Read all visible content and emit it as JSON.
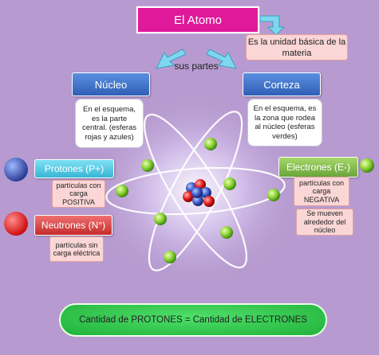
{
  "title": "El  Atomo",
  "definition": "Es la unidad básica de la materia",
  "parts_label": "sus  partes",
  "nucleo": {
    "header": "Núcleo",
    "description": "En el esquema, es la parte central. (esferas rojas y azules)"
  },
  "corteza": {
    "header": "Corteza",
    "description": "En el esquema, es la zona que rodea al núcleo (esferas verdes)"
  },
  "protones": {
    "header": "Protones  (P+)",
    "description": "partículas con carga POSITIVA"
  },
  "neutrones": {
    "header": "Neutrones (N°)",
    "description": "partículas sin carga eléctrica"
  },
  "electrones": {
    "header": "Electrones (E-)",
    "description": "partículas con carga NEGATIVA",
    "movement": "Se mueven alrededor del núcleo"
  },
  "equation": "Cantidad de PROTONES  =  Cantidad de  ELECTRONES",
  "colors": {
    "background": "#b79bd0",
    "title_fill": "#e0199a",
    "header_blue": "#3f72c8",
    "proton_cyan": "#37b6d6",
    "neutron_red": "#c62b2b",
    "electron_green": "#6aa43a",
    "equation_green": "#2fc24a"
  }
}
